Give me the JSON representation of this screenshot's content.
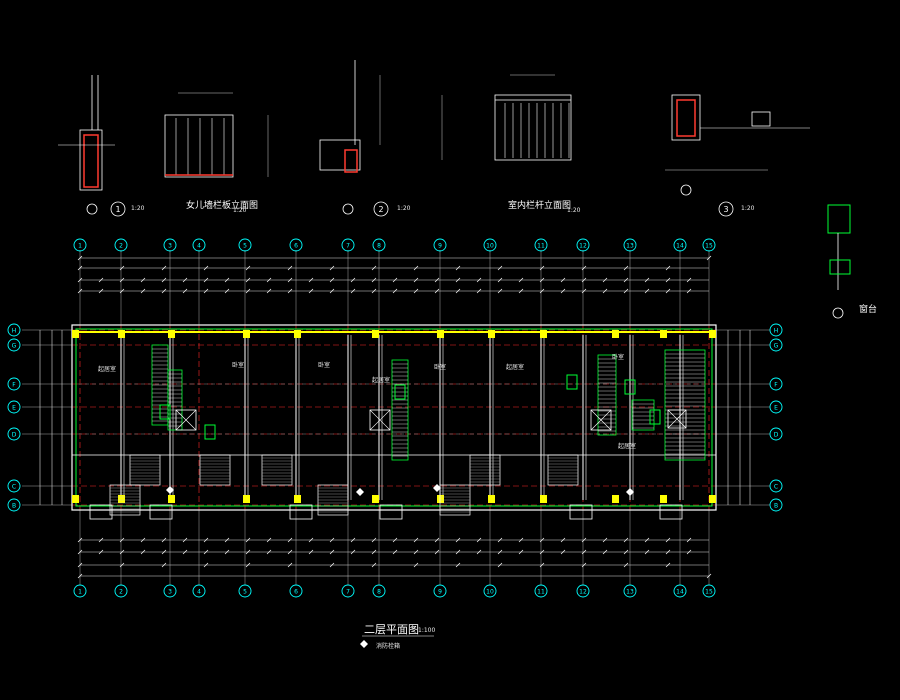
{
  "details": {
    "d1_label": "女儿墙栏板立面图",
    "d1_scale": "1:20",
    "d2_label": "室内栏杆立面图",
    "d2_scale": "1:20",
    "markers": [
      "1",
      "2",
      "3"
    ],
    "marker_scale": "1:20",
    "right_label": "窗台"
  },
  "plan": {
    "title": "二层平面图",
    "scale": "1:100",
    "legend_text": "消防栓箱",
    "col_axes": [
      "1",
      "2",
      "3",
      "4",
      "5",
      "6",
      "7",
      "8",
      "9",
      "10",
      "11",
      "12",
      "13",
      "14",
      "15"
    ],
    "row_axes": [
      "H",
      "G",
      "F",
      "E",
      "D",
      "C",
      "B"
    ],
    "room_labels": [
      "起居室",
      "卧室",
      "卧室",
      "起居室",
      "卧室",
      "起居室",
      "卧室",
      "起居室"
    ]
  },
  "colors": {
    "background": "#000000",
    "axis": "#00ffff",
    "wall": "#ffffff",
    "hatch": "#ff3b30",
    "green": "#00ff33",
    "yellow": "#ffff00",
    "dim_red": "#ff2a2a"
  }
}
